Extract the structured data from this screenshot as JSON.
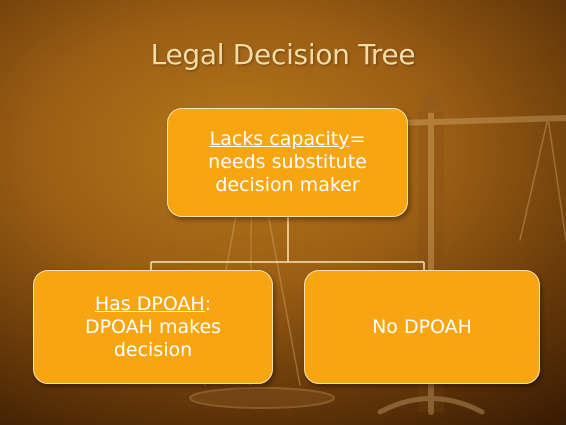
{
  "slide": {
    "title": "Legal Decision Tree"
  },
  "tree": {
    "root": {
      "label_underlined": "Lacks capacity",
      "label_suffix": "=",
      "line2": "needs substitute",
      "line3": "decision maker"
    },
    "left": {
      "label_underlined": "Has DPOAH",
      "label_suffix": ":",
      "line2": "DPOAH makes",
      "line3": "decision"
    },
    "right": {
      "label": "No DPOAH"
    }
  },
  "colors": {
    "node_fill": "#f7a511",
    "node_border": "#fbe3b0",
    "title_color": "#f5dca6",
    "connector": "#fbe3b0",
    "background_center": "#b8781a",
    "background_edge": "#3a1c04"
  },
  "icons": {
    "background": "scales-of-justice-icon"
  }
}
